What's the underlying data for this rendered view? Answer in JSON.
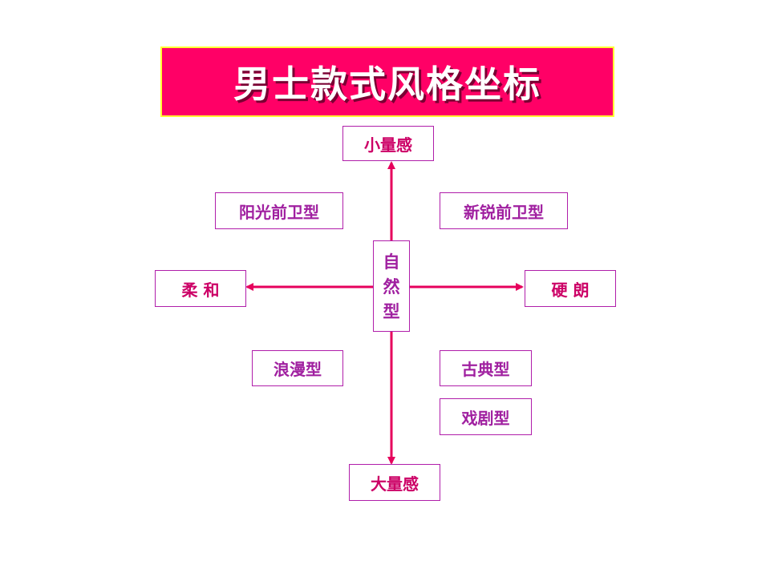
{
  "title": "男士款式风格坐标",
  "colors": {
    "title_bg": "#ff0066",
    "title_border": "#ffff33",
    "axis": "#e6005c",
    "box_border": "#b01eaa",
    "pole_text": "#cc0066",
    "style_text": "#a020a0"
  },
  "axis": {
    "top": "小量感",
    "bottom": "大量感",
    "left": "柔 和",
    "right": "硬 朗"
  },
  "center": [
    "自",
    "然",
    "型"
  ],
  "quadrants": {
    "upper_left": "阳光前卫型",
    "upper_right": "新锐前卫型",
    "lower_left": "浪漫型",
    "lower_right_1": "古典型",
    "lower_right_2": "戏剧型"
  }
}
